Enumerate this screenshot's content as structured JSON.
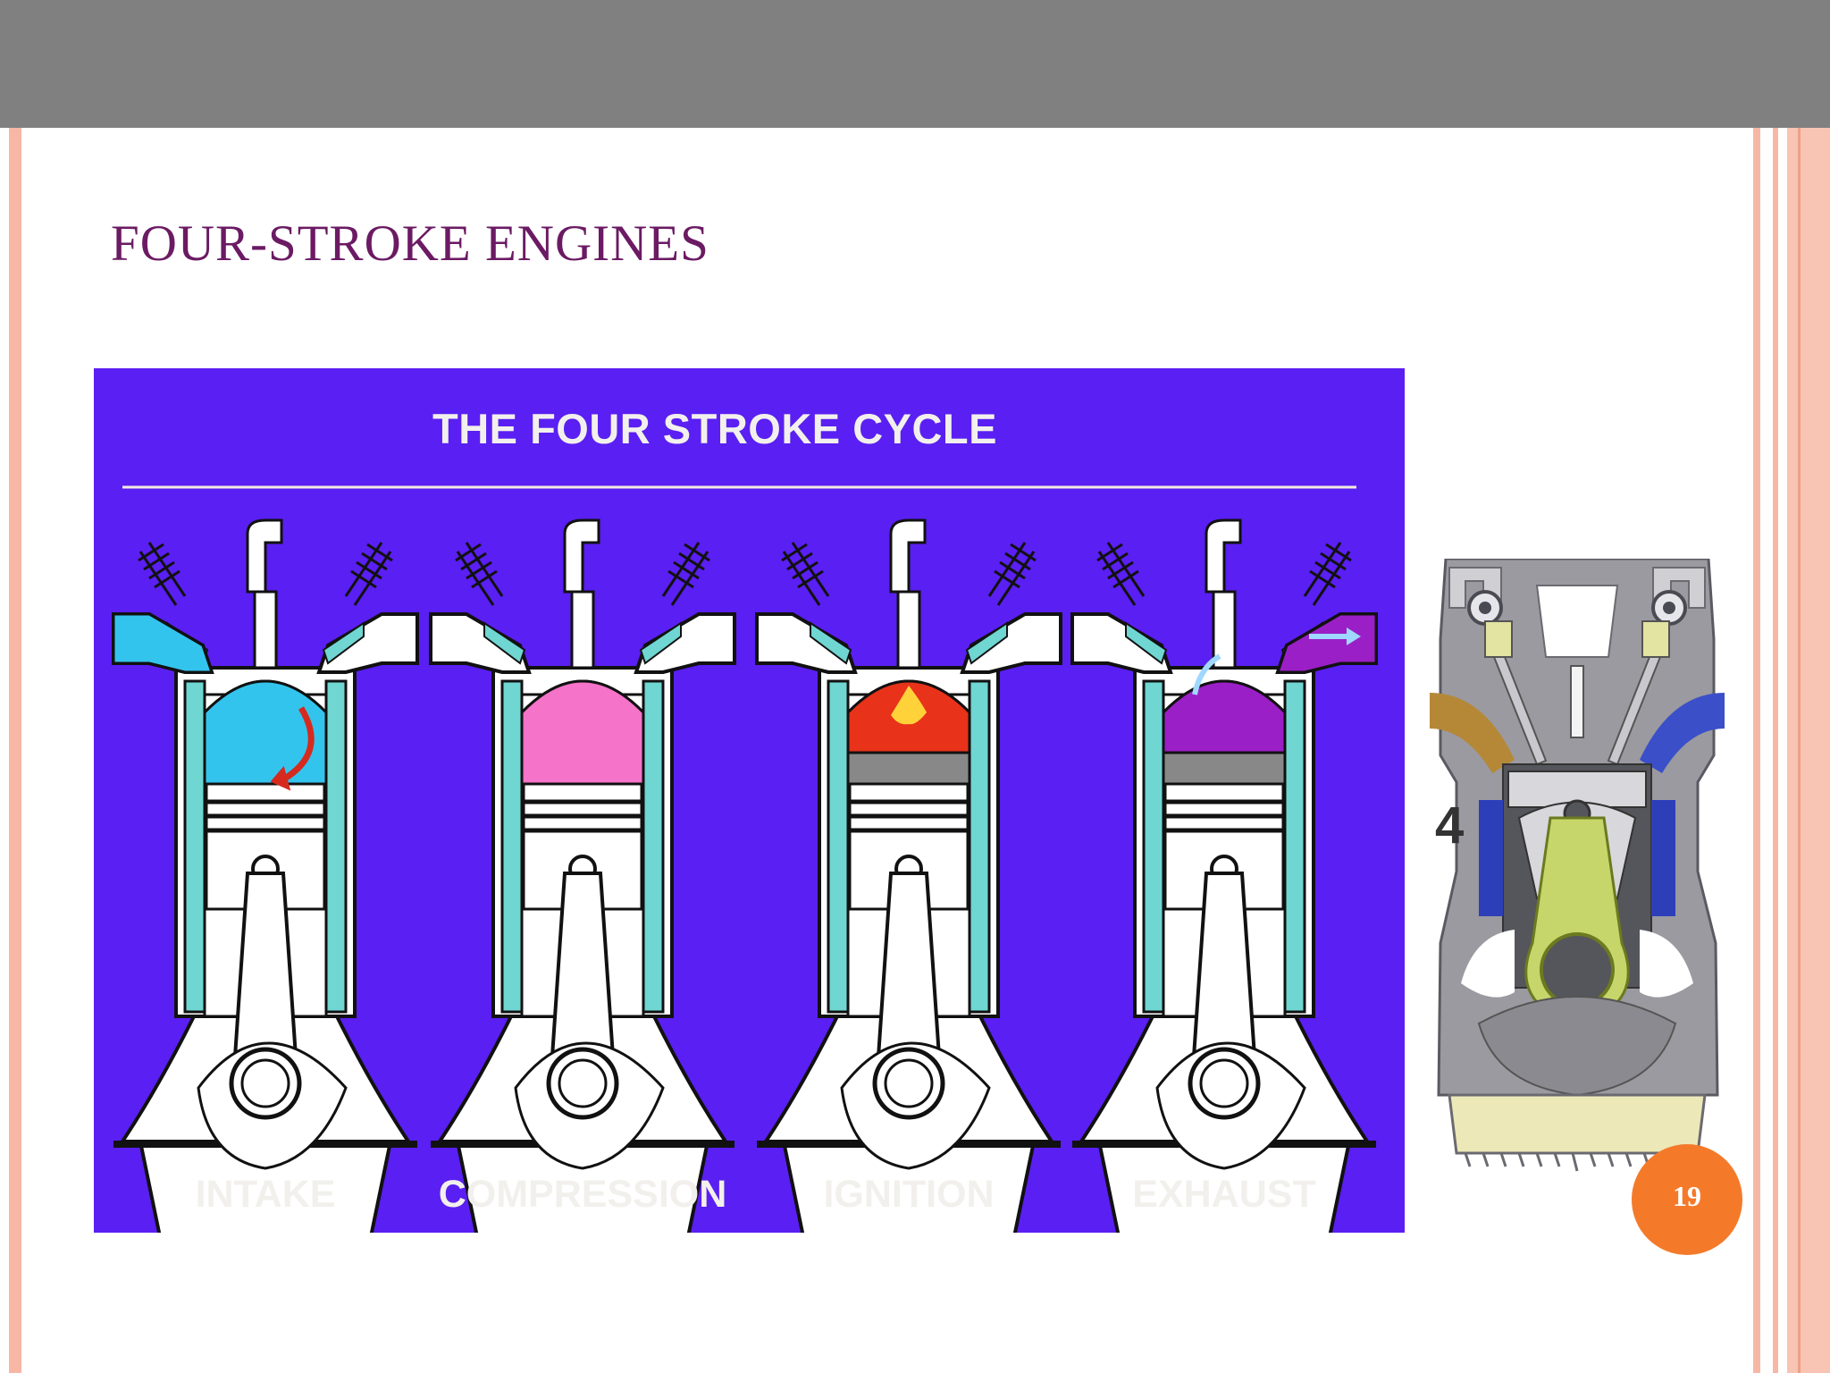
{
  "slide": {
    "title": "FOUR-STROKE ENGINES",
    "page_number": "19"
  },
  "cycle_diagram": {
    "heading": "THE FOUR STROKE CYCLE",
    "strokes": [
      {
        "label": "INTAKE",
        "chamber_color": "#33c4ee"
      },
      {
        "label": "COMPRESSION",
        "chamber_color": "#f573c8"
      },
      {
        "label": "IGNITION",
        "chamber_color": "#e8321a"
      },
      {
        "label": "EXHAUST",
        "chamber_color": "#9b1fc7"
      }
    ],
    "background_color": "#5a1ff2"
  },
  "engine_cutaway": {
    "step_label": "4"
  },
  "colors": {
    "title": "#6b1a63",
    "top_band": "#808080",
    "accent_stripe": "#f6b8a5",
    "page_badge": "#f47a2a"
  }
}
